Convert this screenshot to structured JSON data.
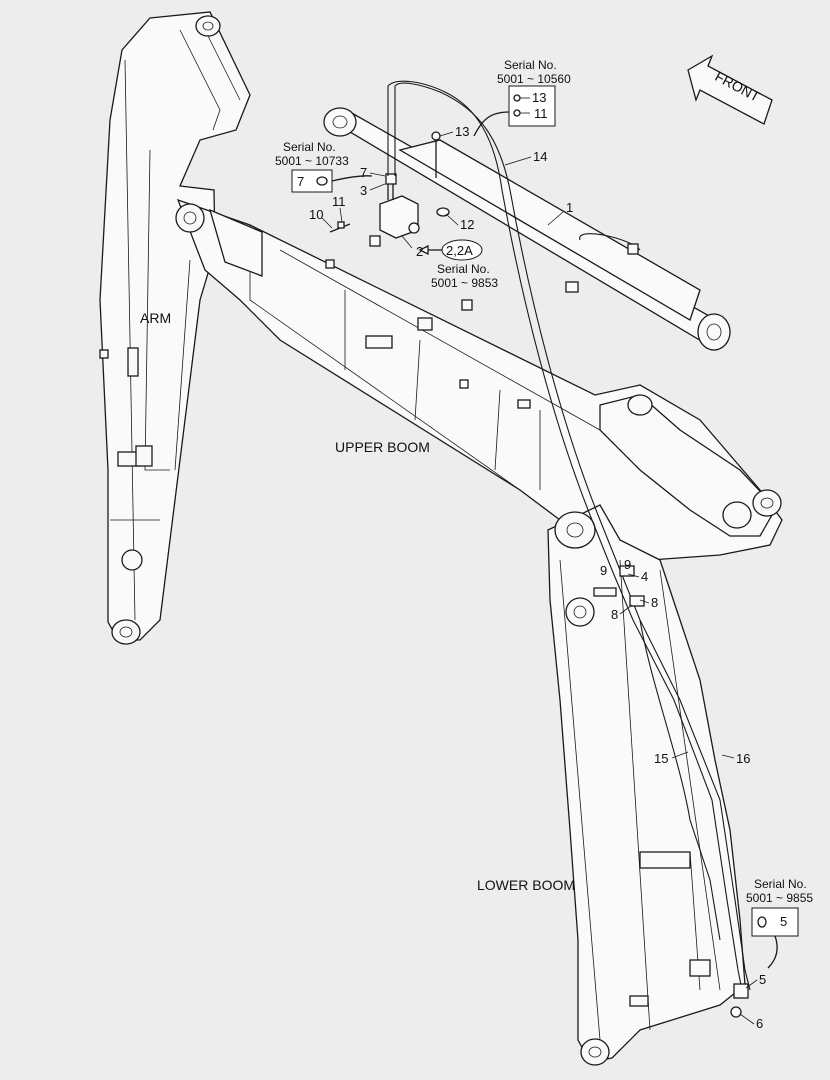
{
  "direction": "FRONT",
  "assembly_labels": {
    "arm": "ARM",
    "upper_boom": "UPPER BOOM",
    "lower_boom": "LOWER BOOM"
  },
  "serial_notes": {
    "hose_clamp": {
      "title": "Serial No.",
      "range": "5001 ~ 10560",
      "parts": [
        "13",
        "11"
      ]
    },
    "fitting": {
      "title": "Serial No.",
      "range": "5001 ~ 10733",
      "parts": [
        "7"
      ]
    },
    "valve": {
      "title": "Serial No.",
      "range": "5001 ~ 9853",
      "parts": [
        "2,2A"
      ]
    },
    "lower_fitting": {
      "title": "Serial No.",
      "range": "5001 ~ 9855",
      "parts": [
        "5"
      ]
    }
  },
  "callouts": {
    "c1": "1",
    "c2": "2",
    "c3": "3",
    "c4": "4",
    "c5a": "5",
    "c6": "6",
    "c7": "7",
    "c8a": "8",
    "c8b": "8",
    "c9a": "9",
    "c9b": "9",
    "c10": "10",
    "c11": "11",
    "c12": "12",
    "c13": "13",
    "c14": "14",
    "c15": "15",
    "c16": "16"
  }
}
